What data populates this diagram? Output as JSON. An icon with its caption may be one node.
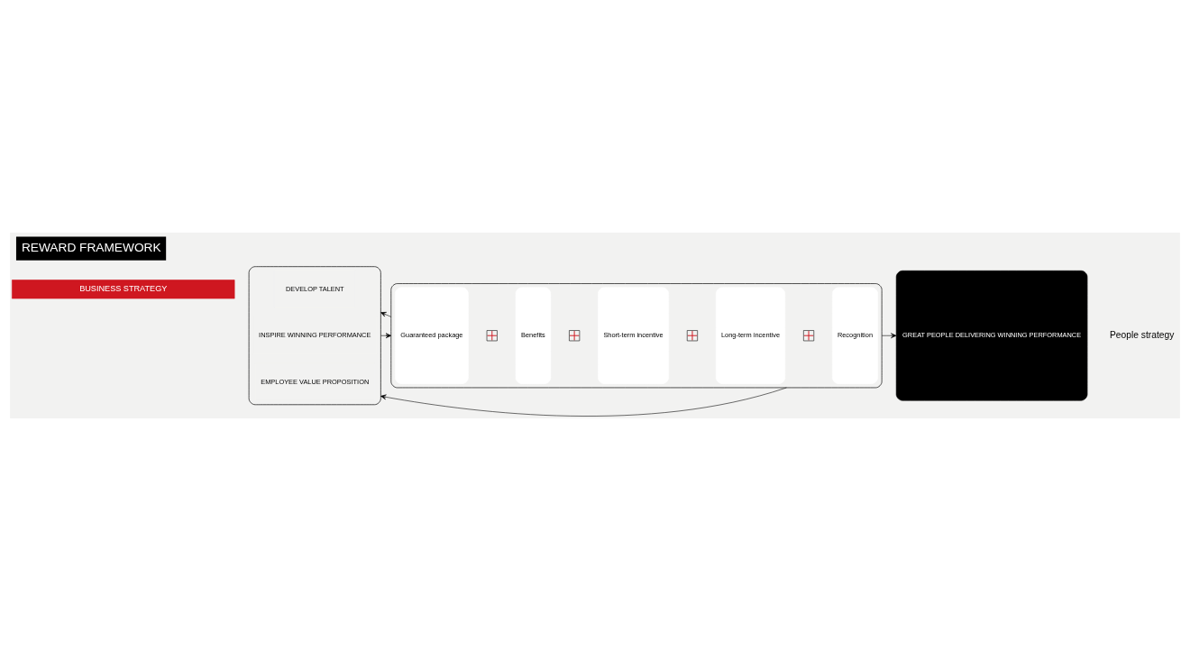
{
  "diagram": {
    "title": "REWARD FRAMEWORK",
    "nodes": [
      {
        "text": [
          "BUSINESS STRATEGY"
        ]
      },
      {
        "text": [],
        "shape": "box"
      },
      {
        "text": [
          "DEVELOP TALENT"
        ],
        "in": 1
      },
      {
        "text": [
          "INSPIRE WINNING PERFORMANCE"
        ],
        "in": 1
      },
      {
        "text": [
          "EMPLOYEE VALUE PROPOSITION"
        ],
        "in": 1
      },
      {
        "text": [],
        "shape": "box"
      },
      {
        "text": [
          "Guaranteed package"
        ],
        "in": 5
      },
      {
        "text": [],
        "shape": "plus",
        "in": 5
      },
      {
        "text": [
          "Benefits"
        ],
        "in": 5
      },
      {
        "text": [],
        "shape": "plus",
        "in": 5
      },
      {
        "text": [
          "Short-term incentive"
        ],
        "in": 5
      },
      {
        "text": [],
        "shape": "plus",
        "in": 5
      },
      {
        "text": [
          "Long-term incentive"
        ],
        "in": 5
      },
      {
        "text": [],
        "shape": "plus",
        "in": 5
      },
      {
        "text": [
          "Recognition"
        ],
        "in": 5
      },
      {
        "text": [
          "GREAT PEOPLE DELIVERING WINNING PERFORMANCE"
        ]
      }
    ],
    "edges": [
      {
        "from": 1,
        "to": 5,
        "arrow": "to"
      },
      {
        "from": 5,
        "to": 15,
        "arrow": "to"
      },
      {
        "from": 5,
        "to": 1,
        "arrow": "to"
      },
      {
        "from": 5,
        "to": 1,
        "arrow": "to"
      }
    ],
    "labels": [
      "People strategy"
    ]
  }
}
